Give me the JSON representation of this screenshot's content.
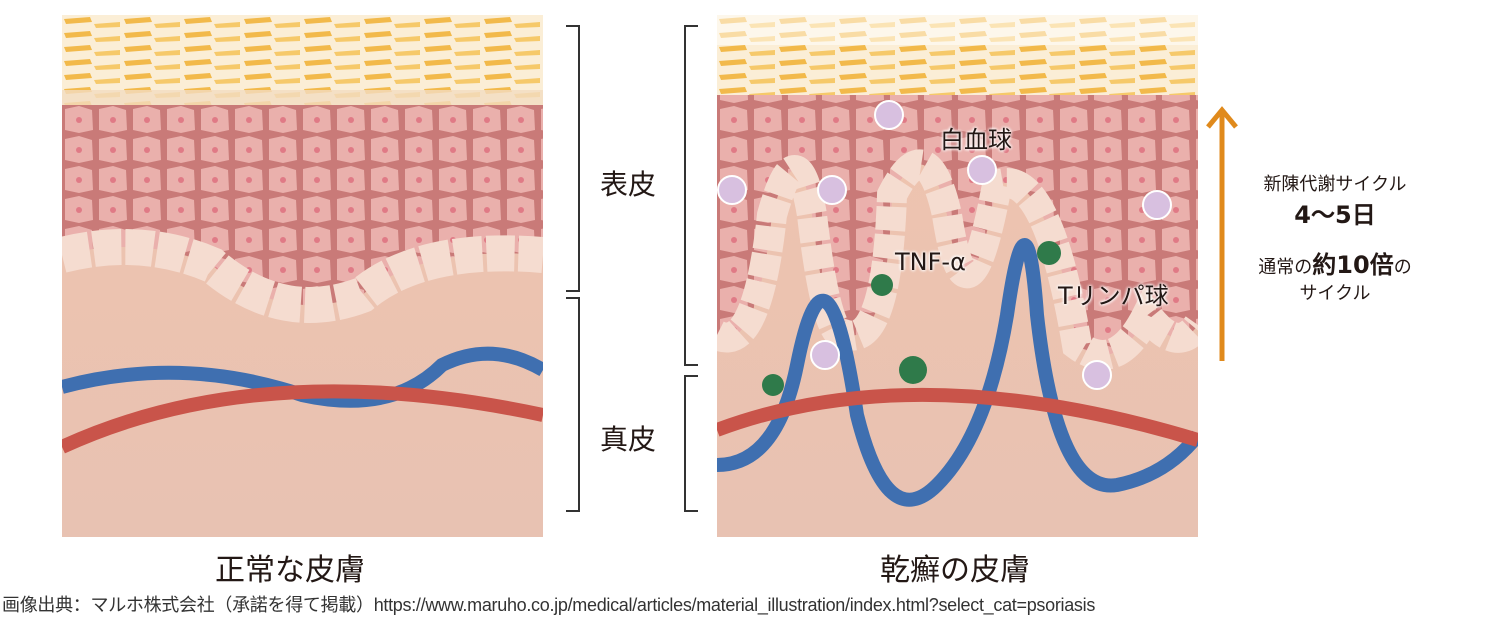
{
  "labels": {
    "epidermis": "表皮",
    "dermis": "真皮"
  },
  "captions": {
    "normal": "正常な皮膚",
    "psoriasis": "乾癬の皮膚"
  },
  "annotations": {
    "wbc": "白血球",
    "tnf": "TNF-α",
    "tcell": "Tリンパ球"
  },
  "side": {
    "line1": "新陳代謝サイクル",
    "line2": "4〜5日",
    "line3a": "通常の",
    "line3b": "約10倍",
    "line3c": "の",
    "line4": "サイクル"
  },
  "source": "画像出典：マルホ株式会社（承諾を得て掲載）https://www.maruho.co.jp/medical/articles/material_illustration/index.html?select_cat=psoriasis",
  "colors": {
    "arrow": "#e08a1c",
    "vein": "#3f6fb0",
    "artery": "#c9544a"
  }
}
